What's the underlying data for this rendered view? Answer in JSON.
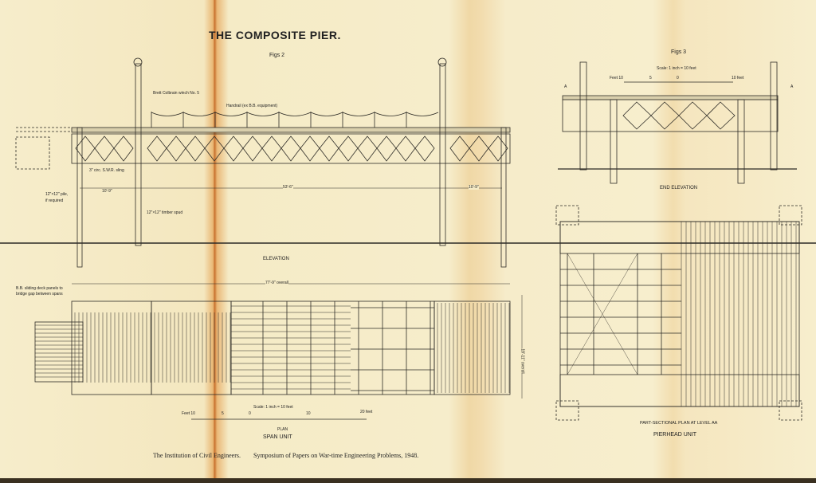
{
  "title": "THE COMPOSITE PIER.",
  "figs2": {
    "label": "Figs 2",
    "annotations": {
      "winch": "Brett Colbrain winch No. 5",
      "handrail": "Handrail (ex B.B. equipment)",
      "sling": "3\" circ. S.W.R. sling",
      "pile": "12\"×12\" pile,",
      "pile_note": "if required",
      "spud": "12\"×12\" timber spud",
      "dim_left": "10'-9\"",
      "dim_mid": "53'-6\"",
      "dim_right": "10'-9\"",
      "overall_length": "77'-9\" overall",
      "overall_width": "18'-11\" overall",
      "sliding_panels_1": "B.B. sliding deck panels to",
      "sliding_panels_2": "bridge gap between spans"
    },
    "elevation_label": "ELEVATION",
    "scale": {
      "text": "Scale: 1 inch = 10 feet",
      "ticks": [
        "Feet 10",
        "5",
        "0",
        "10",
        "20 feet"
      ]
    },
    "plan_label": "PLAN",
    "unit_label": "SPAN UNIT"
  },
  "figs3": {
    "label": "Figs 3",
    "scale": {
      "text": "Scale: 1 inch = 10 feet",
      "ticks": [
        "Feet 10",
        "5",
        "0",
        "10 feet"
      ]
    },
    "section_marks": [
      "A",
      "A"
    ],
    "end_elevation_label": "END ELEVATION",
    "plan_label": "PART-SECTIONAL PLAN AT LEVEL AA",
    "unit_label": "PIERHEAD UNIT"
  },
  "footer": {
    "institution": "The Institution of Civil Engineers.",
    "symposium": "Symposium of Papers on War-time Engineering Problems, 1948."
  },
  "colors": {
    "paper": "#f5ebc6",
    "ink": "#2a2a2a",
    "fold": "#c8712e"
  }
}
